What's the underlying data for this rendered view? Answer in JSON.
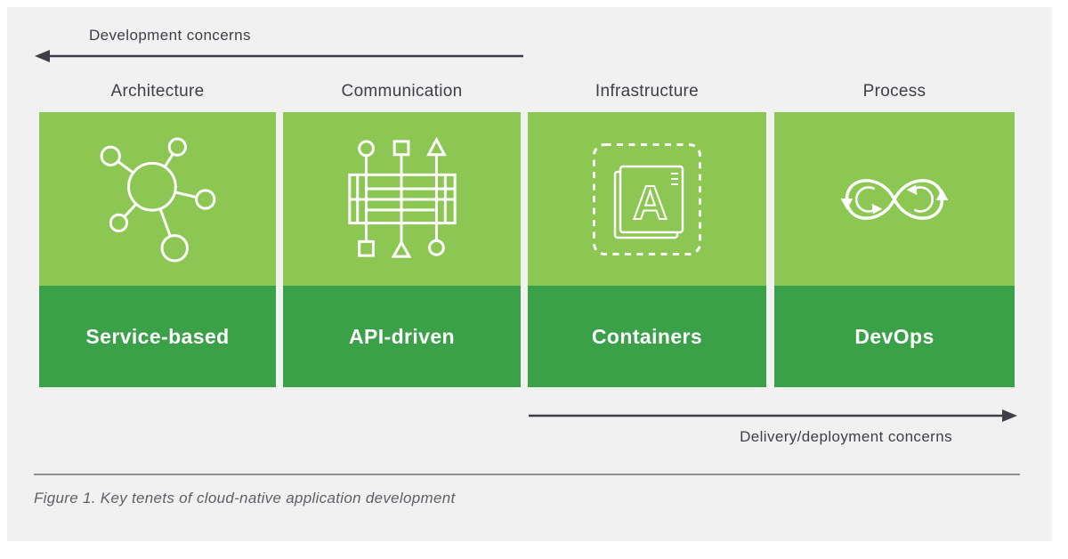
{
  "figure": {
    "top_axis": {
      "label": "Development concerns",
      "direction": "left"
    },
    "bottom_axis": {
      "label": "Delivery/deployment concerns",
      "direction": "right"
    },
    "columns": [
      {
        "header": "Architecture",
        "label": "Service-based",
        "icon": "service-network-icon"
      },
      {
        "header": "Communication",
        "label": "API-driven",
        "icon": "api-bus-icon"
      },
      {
        "header": "Infrastructure",
        "label": "Containers",
        "icon": "container-app-icon",
        "icon_letter": "A"
      },
      {
        "header": "Process",
        "label": "DevOps",
        "icon": "devops-infinity-icon"
      }
    ],
    "caption": "Figure 1. Key tenets of cloud-native application development",
    "colors": {
      "panel_light": "#8CC653",
      "panel_dark": "#3AA149",
      "text_dark": "#3E3E46",
      "caption_gray": "#5f5f66",
      "card_background": "#F1F1F2",
      "icon_stroke": "#ffffff"
    }
  }
}
